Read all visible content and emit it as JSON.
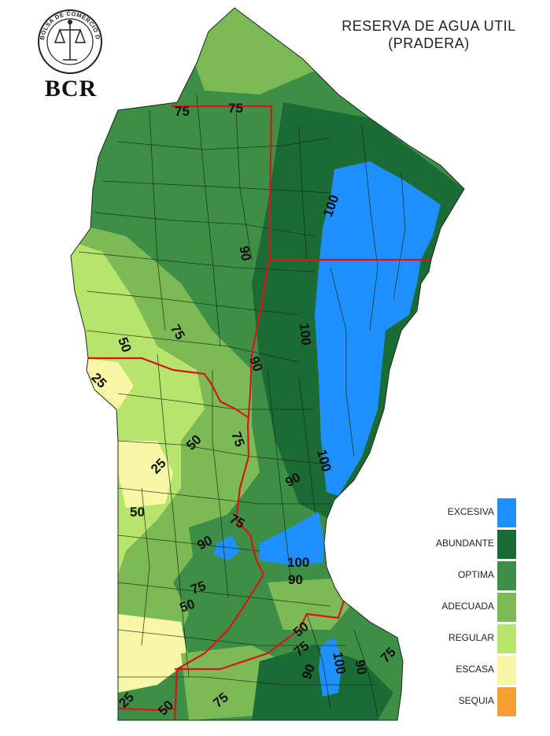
{
  "map": {
    "title_line1": "RESERVA DE AGUA UTIL",
    "title_line2": "(PRADERA)",
    "logo_text": "BCR",
    "logo_ring_text": "BOLSA DE COMERCIO DE ROSARIO"
  },
  "legend": {
    "items": [
      {
        "label": "EXCESIVA",
        "color": "#1e90ff"
      },
      {
        "label": "ABUNDANTE",
        "color": "#1a6b34"
      },
      {
        "label": "OPTIMA",
        "color": "#3d8f45"
      },
      {
        "label": "ADECUADA",
        "color": "#7cba55"
      },
      {
        "label": "REGULAR",
        "color": "#b7e46b"
      },
      {
        "label": "ESCASA",
        "color": "#f7f7a6"
      },
      {
        "label": "SEQUIA",
        "color": "#f7a135"
      }
    ]
  },
  "contours": {
    "l75a": "75",
    "l75b": "75",
    "l100a": "100",
    "l90a": "90",
    "l100b": "100",
    "l75c": "75",
    "l50a": "50",
    "l90b": "90",
    "l25a": "25",
    "l50b": "50",
    "l75d": "75",
    "l25b": "25",
    "l100c": "100",
    "l90c": "90",
    "l50c": "50",
    "l75e": "75",
    "l90d": "90",
    "l100d": "100",
    "l90e": "90",
    "l75f": "75",
    "l50d": "50",
    "l90f": "90",
    "l50e": "50",
    "l75g": "75",
    "l90g": "90",
    "l100e": "100",
    "l90h": "90",
    "l75h": "75",
    "l25c": "25",
    "l50f": "50",
    "l75i": "75"
  }
}
